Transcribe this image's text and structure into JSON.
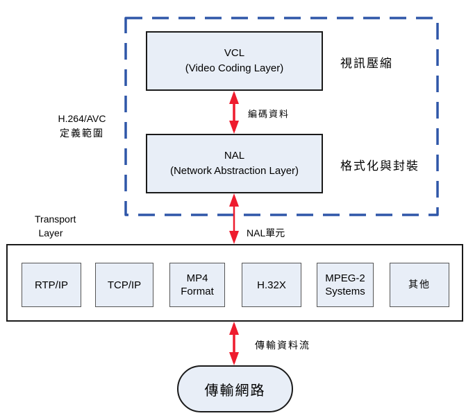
{
  "colors": {
    "box_fill": "#e8eef7",
    "dashed_border": "#2f56a8",
    "arrow": "#ee1c2e",
    "outline": "#1a1a1a"
  },
  "h264_scope": {
    "line1": "H.264/AVC",
    "line2": "定義範圍"
  },
  "vcl": {
    "title": "VCL",
    "subtitle": "(Video Coding Layer)",
    "side_label": "視訊壓縮"
  },
  "vcl_nal_arrow_label": "編碼資料",
  "nal": {
    "title": "NAL",
    "subtitle": "(Network Abstraction Layer)",
    "side_label": "格式化與封裝"
  },
  "nal_transport_arrow_label": "NAL單元",
  "transport": {
    "label_line1": "Transport",
    "label_line2": "Layer",
    "protocols": [
      {
        "line1": "RTP/IP",
        "line2": ""
      },
      {
        "line1": "TCP/IP",
        "line2": ""
      },
      {
        "line1": "MP4",
        "line2": "Format"
      },
      {
        "line1": "H.32X",
        "line2": ""
      },
      {
        "line1": "MPEG-2",
        "line2": "Systems"
      },
      {
        "line1": "其他",
        "line2": ""
      }
    ]
  },
  "transport_network_arrow_label": "傳輸資料流",
  "network": {
    "label": "傳輸網路"
  }
}
